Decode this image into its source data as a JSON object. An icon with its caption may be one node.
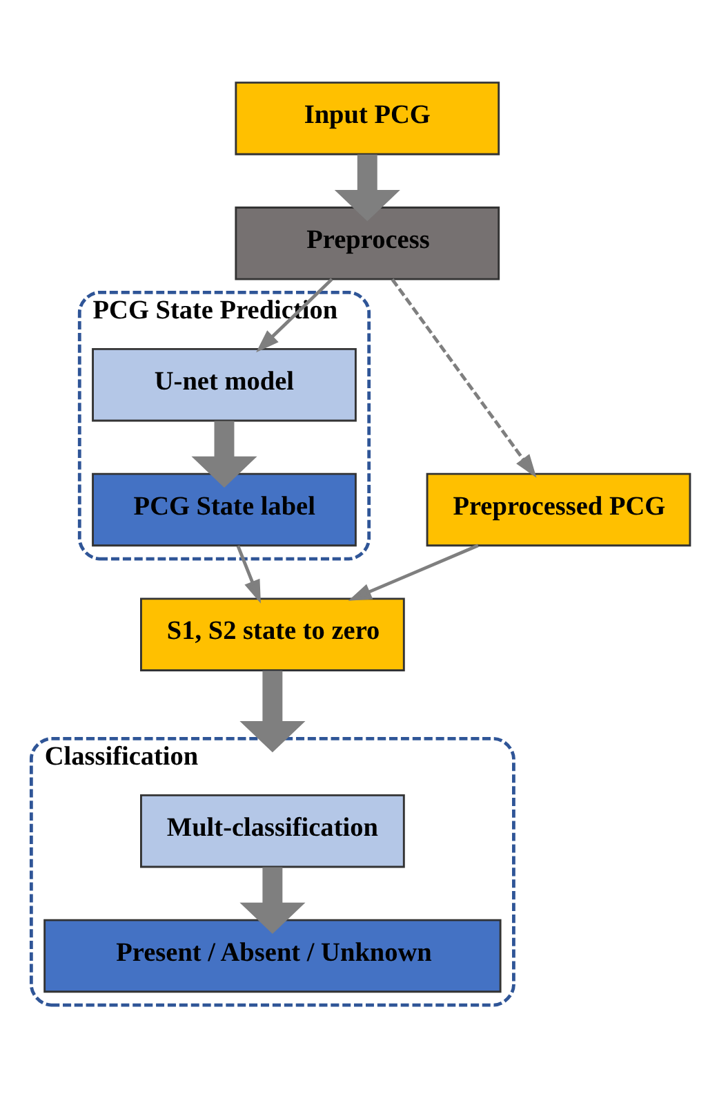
{
  "diagram": {
    "nodes": [
      {
        "text": [
          "Input PCG"
        ]
      },
      {
        "text": [
          "Preprocess"
        ]
      },
      {
        "text": [
          "PCG State Prediction"
        ]
      },
      {
        "text": [
          "U-net model"
        ],
        "in": 2
      },
      {
        "text": [
          "PCG State label"
        ],
        "in": 2
      },
      {
        "text": [
          "Preprocessed PCG"
        ]
      },
      {
        "text": [
          "S1, S2 state to zero"
        ]
      },
      {
        "text": [
          "Classification"
        ]
      },
      {
        "text": [
          "Mult-classification"
        ],
        "in": 7
      },
      {
        "text": [
          "Present / Absent / Unknown"
        ],
        "in": 7
      }
    ],
    "edges": [
      {
        "from": 0,
        "to": 1,
        "arrow": "to",
        "style": "thick"
      },
      {
        "from": 1,
        "to": 3,
        "arrow": "to"
      },
      {
        "from": 1,
        "to": 5,
        "arrow": "to",
        "style": "dashed"
      },
      {
        "from": 3,
        "to": 4,
        "arrow": "to",
        "style": "thick"
      },
      {
        "from": 4,
        "to": 6,
        "arrow": "to"
      },
      {
        "from": 5,
        "to": 6,
        "arrow": "to"
      },
      {
        "from": 6,
        "to": 7,
        "arrow": "to",
        "style": "thick"
      },
      {
        "from": 8,
        "to": 9,
        "arrow": "to",
        "style": "thick"
      }
    ]
  }
}
